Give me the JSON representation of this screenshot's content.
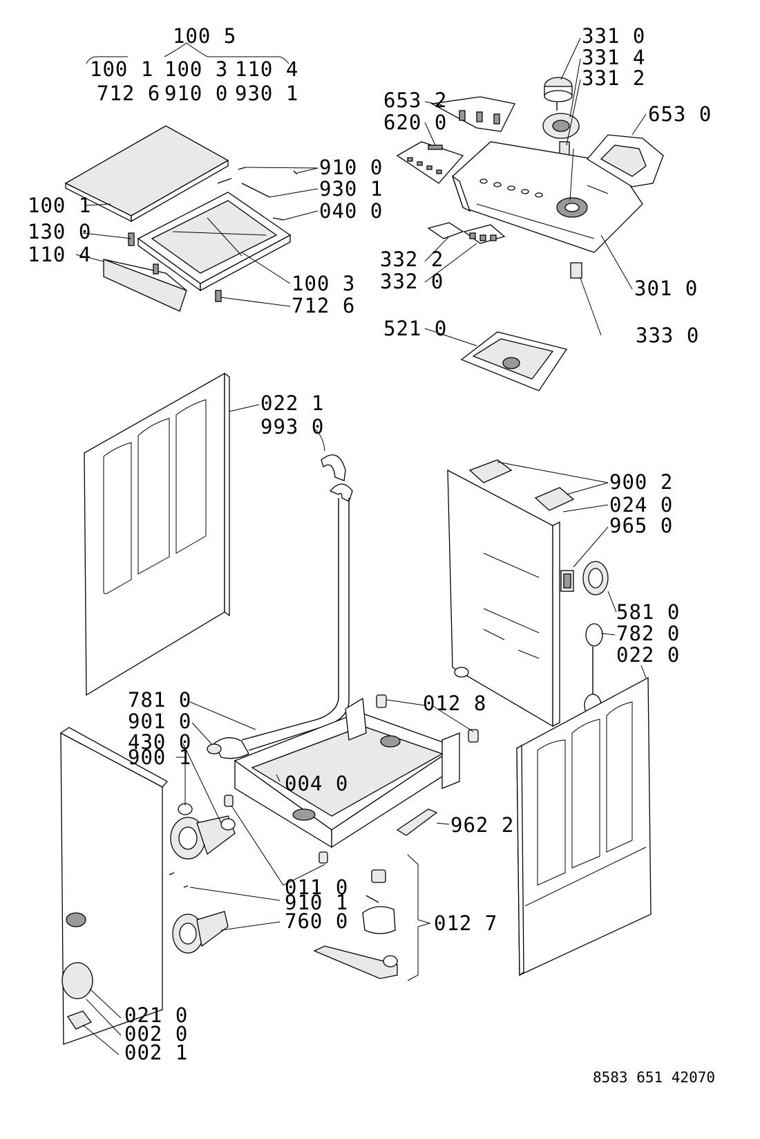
{
  "callouts": {
    "c100_5": "100 5",
    "c100_1_top": "100 1",
    "c100_3_top": "100 3",
    "c110_4_top": "110 4",
    "c712_6_top": "712 6",
    "c910_0_top": "910 0",
    "c930_1_top": "930 1",
    "c910_0": "910 0",
    "c930_1": "930 1",
    "c040_0": "040 0",
    "c100_1": "100 1",
    "c130_0": "130 0",
    "c110_4": "110 4",
    "c100_3": "100 3",
    "c712_6": "712 6",
    "c331_0": "331 0",
    "c331_4": "331 4",
    "c331_2": "331 2",
    "c653_2": "653 2",
    "c620_0": "620 0",
    "c653_0": "653 0",
    "c332_2": "332 2",
    "c332_0": "332 0",
    "c301_0": "301 0",
    "c333_0": "333 0",
    "c521_0": "521 0",
    "c022_1": "022 1",
    "c993_0": "993 0",
    "c900_2": "900 2",
    "c024_0": "024 0",
    "c965_0": "965 0",
    "c581_0": "581 0",
    "c782_0": "782 0",
    "c022_0": "022 0",
    "c781_0": "781 0",
    "c901_0": "901 0",
    "c430_0": "430 0",
    "c900_1": "900 1",
    "c012_8": "012 8",
    "c004_0": "004 0",
    "c962_2": "962 2",
    "c011_0": "011 0",
    "c910_1": "910 1",
    "c760_0": "760 0",
    "c012_7": "012 7",
    "c021_0": "021 0",
    "c002_0": "002 0",
    "c002_1": "002 1"
  },
  "document_code": "8583 651 42070"
}
